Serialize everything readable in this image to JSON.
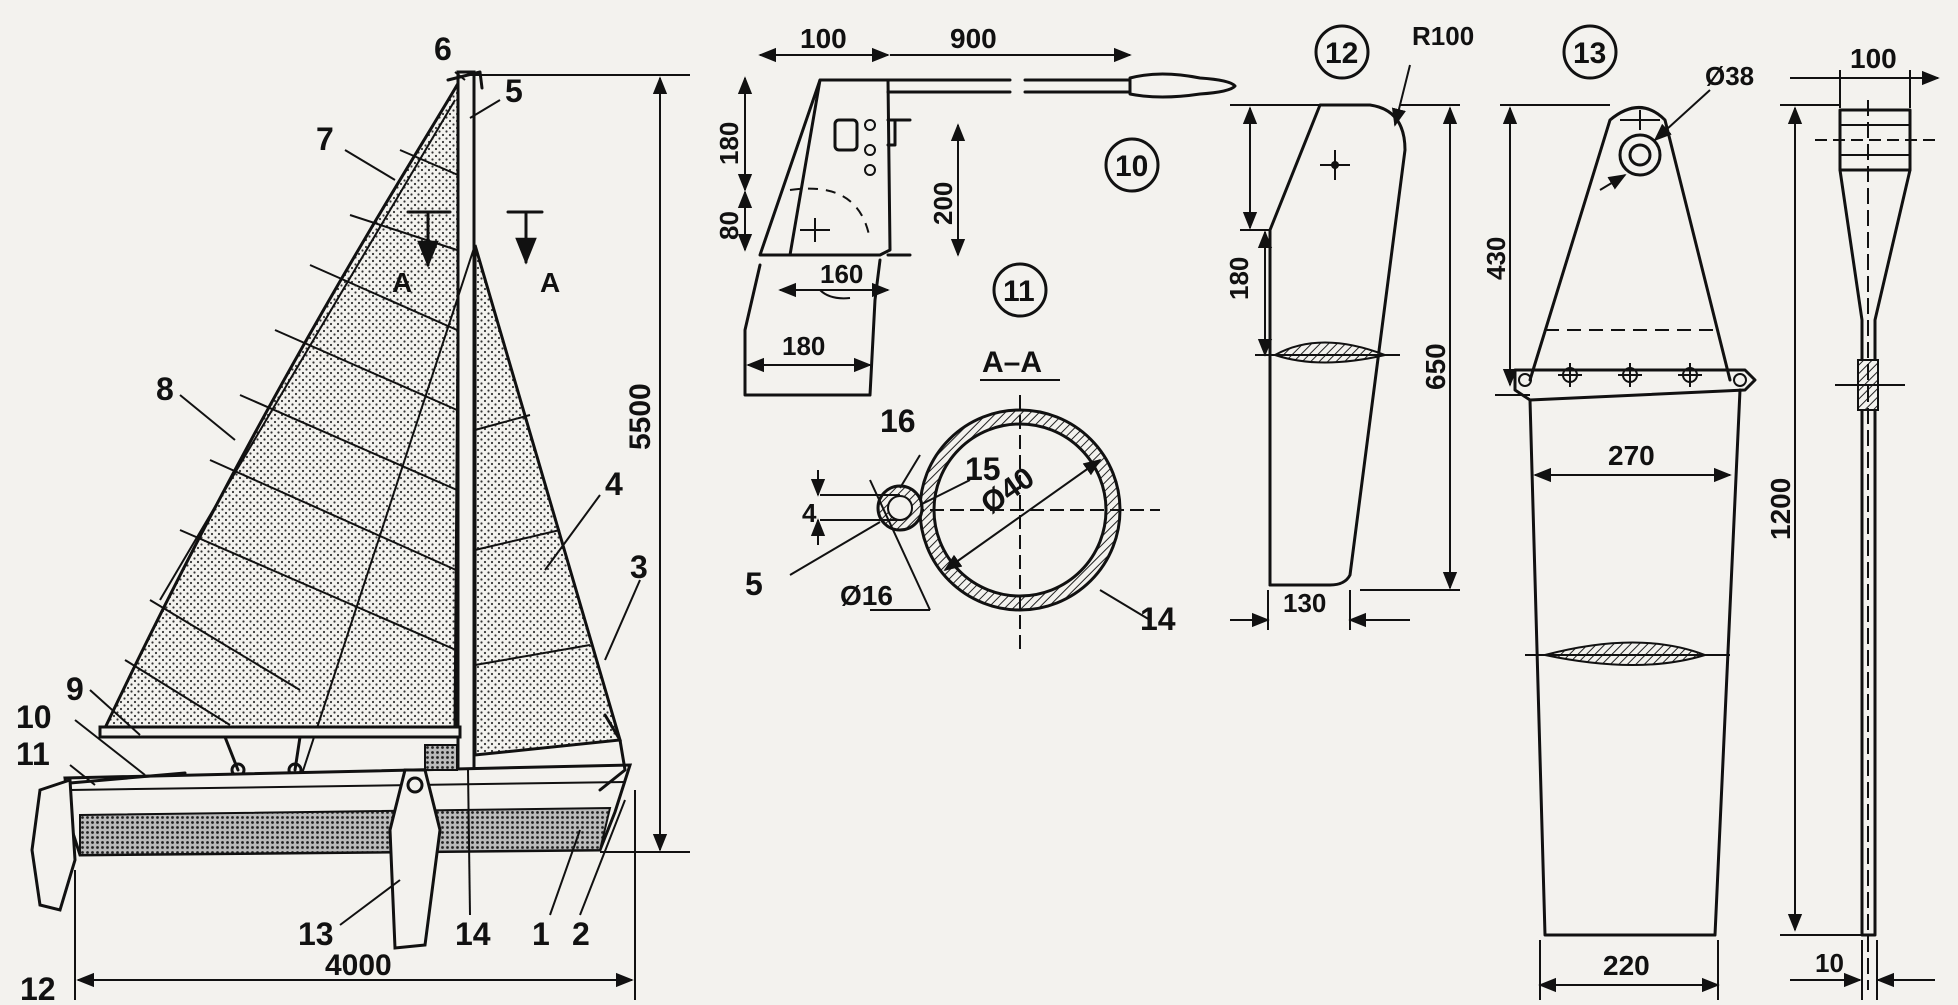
{
  "labels": {
    "l1": "1",
    "l2": "2",
    "l3": "3",
    "l4": "4",
    "l5": "5",
    "l6": "6",
    "l7": "7",
    "l8": "8",
    "l9": "9",
    "l10": "10",
    "l11": "11",
    "l12": "12",
    "l13": "13",
    "l14": "14",
    "l5b": "5",
    "l14b": "14",
    "l15": "15",
    "l16": "16"
  },
  "circled": {
    "c10": "10",
    "c11": "11",
    "c12": "12",
    "c13": "13"
  },
  "dims": {
    "d5500": "5500",
    "d4000": "4000",
    "d100a": "100",
    "d900": "900",
    "d180a": "180",
    "d200": "200",
    "d80": "80",
    "d160": "160",
    "d180b": "180",
    "d4": "4",
    "d40": "Ø40",
    "d16": "Ø16",
    "r100": "R100",
    "d180c": "180",
    "d650": "650",
    "d130": "130",
    "d38": "Ø38",
    "d430": "430",
    "d270": "270",
    "d220": "220",
    "d100b": "100",
    "d1200": "1200",
    "d10": "10"
  },
  "section": {
    "aa": "A–A",
    "a1": "A",
    "a2": "A"
  },
  "colors": {
    "ink": "#111111",
    "paper": "#f3f2ee",
    "hatch": "#555555"
  }
}
